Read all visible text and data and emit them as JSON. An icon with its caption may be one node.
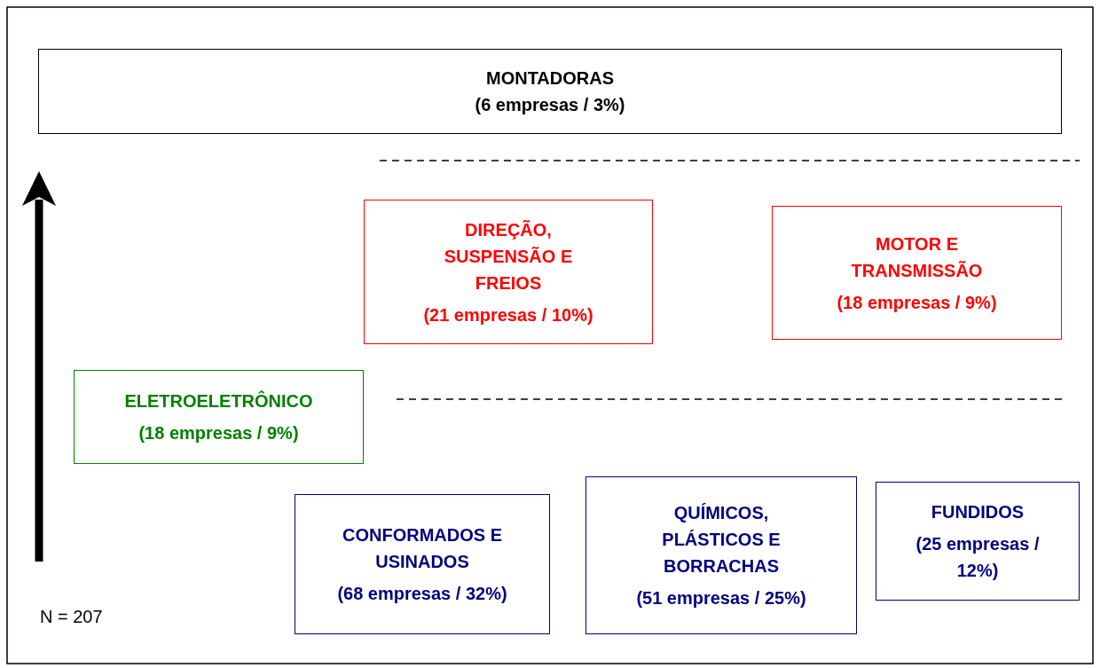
{
  "diagram": {
    "nodes": [
      {
        "text": [
          "MONTADORAS",
          "(6 empresas / 3%)"
        ]
      },
      {
        "text": [
          "DIREÇÃO, SUSPENSÃO E FREIOS",
          "(21 empresas / 10%)"
        ]
      },
      {
        "text": [
          "MOTOR E TRANSMISSÃO",
          "(18 empresas / 9%)"
        ]
      },
      {
        "text": [
          "ELETROELETRÔNICO",
          "(18 empresas / 9%)"
        ]
      },
      {
        "text": [
          "CONFORMADOS E USINADOS",
          "(68 empresas / 32%)"
        ]
      },
      {
        "text": [
          "QUÍMICOS, PLÁSTICOS E BORRACHAS",
          "(51 empresas / 25%)"
        ]
      },
      {
        "text": [
          "FUNDIDOS",
          "(25 empresas / 12%)"
        ]
      }
    ],
    "edges": [],
    "labels": [
      "N = 207"
    ]
  }
}
